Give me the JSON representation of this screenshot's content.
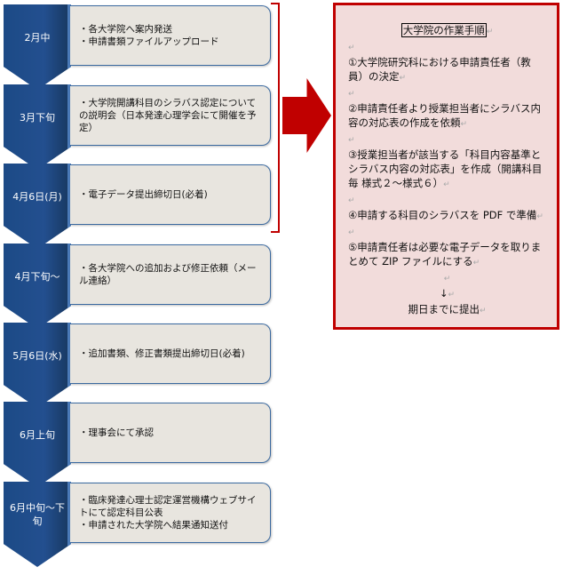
{
  "timeline": [
    {
      "date": "2月中",
      "items": [
        "・各大学院へ案内発送",
        "・申請書類ファイルアップロード"
      ]
    },
    {
      "date": "3月下旬",
      "items": [
        "・大学院開講科目のシラバス認定についての説明会（日本発達心理学会にて開催を予定）"
      ]
    },
    {
      "date": "4月6日(月)",
      "items": [
        "・電子データ提出締切日(必着)"
      ]
    },
    {
      "date": "4月下旬～",
      "items": [
        "・各大学院への追加および修正依頼（メール連絡）"
      ]
    },
    {
      "date": "5月6日(水)",
      "items": [
        "・追加書類、修正書類提出締切日(必着)"
      ]
    },
    {
      "date": "6月上旬",
      "items": [
        "・理事会にて承認"
      ]
    },
    {
      "date": "6月中旬～下旬",
      "items": [
        "・臨床発達心理士認定運営機構ウェブサイトにて認定科目公表",
        "・申請された大学院へ結果通知送付"
      ]
    }
  ],
  "panel": {
    "title": "大学院の作業手順",
    "steps": [
      "①大学院研究科における申請責任者（教員）の決定",
      "②申請責任者より授業担当者にシラバス内容の対応表の作成を依頼",
      "③授業担当者が該当する「科目内容基準とシラバス内容の対応表」を作成（開講科目毎 様式２～様式６）",
      "④申請する科目のシラバスを PDF で準備",
      "⑤申請責任者は必要な電子データを取りまとめて ZIP ファイルにする"
    ],
    "arrow": "↓",
    "footer": "期日までに提出",
    "return_mark": "↵"
  },
  "colors": {
    "accent_red": "#c00000",
    "panel_bg": "#f2dcdb",
    "chevron_blue": "#1f4e8c",
    "box_bg": "#e8e5df"
  }
}
